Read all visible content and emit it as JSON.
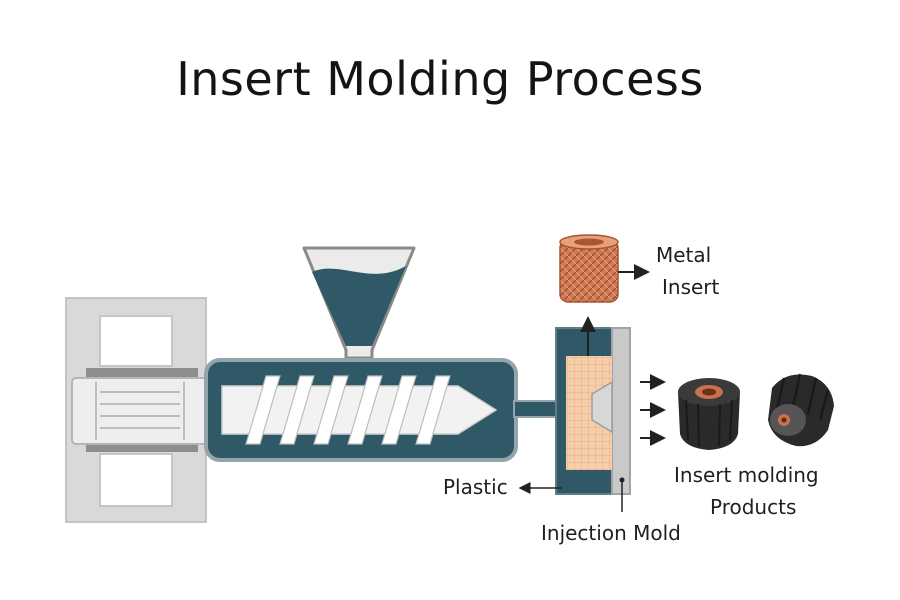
{
  "title": "Insert Molding Process",
  "labels": {
    "metal_insert_line1": "Metal",
    "metal_insert_line2": "Insert",
    "plastic": "Plastic",
    "injection_mold": "Injection Mold",
    "products_line1": "Insert molding",
    "products_line2": "Products"
  },
  "colors": {
    "barrel_teal": "#2f5966",
    "frame_gray": "#d6d6d6",
    "screw_white": "#f2f2f2",
    "insert_copper": "#c8714f",
    "mold_cavity": "#f4c9a4",
    "product_black": "#2a2a2a"
  },
  "icons": [
    "hopper-icon",
    "screw-icon",
    "metal-insert-icon",
    "arrow-icon",
    "product-knob-icon"
  ]
}
